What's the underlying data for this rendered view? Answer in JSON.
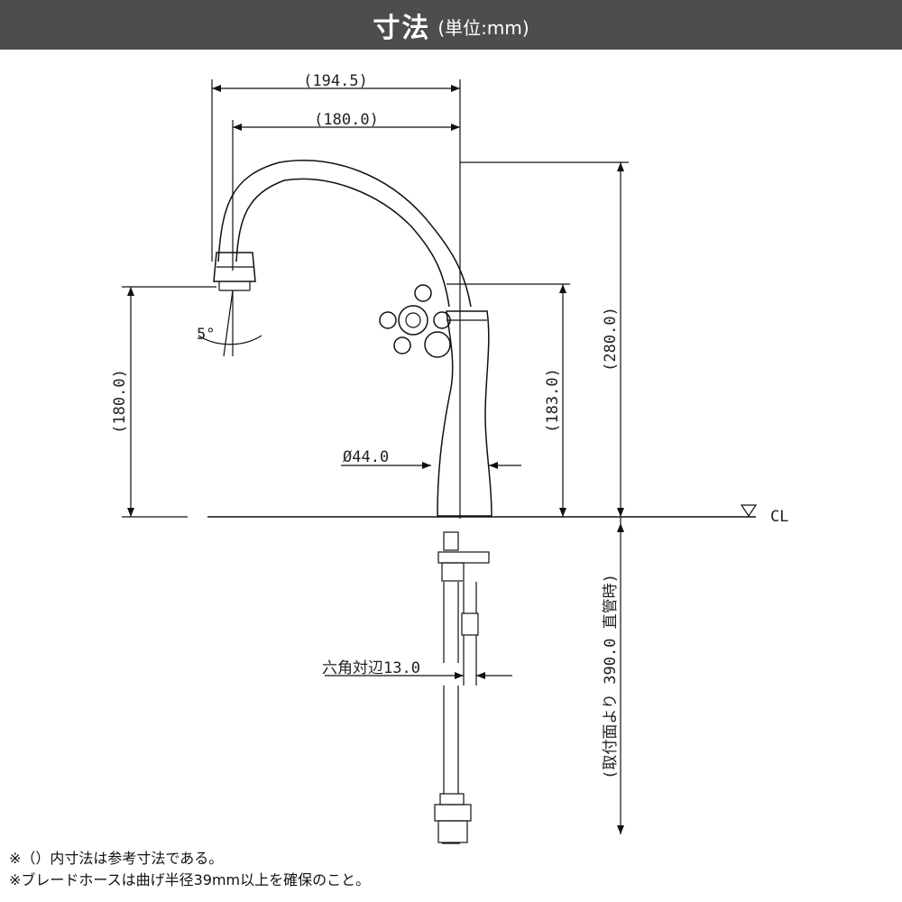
{
  "header": {
    "title": "寸法",
    "unit": "(単位:mm)"
  },
  "dimensions": {
    "reach_outer": "(194.5)",
    "reach_inner": "(180.0)",
    "angle": "5°",
    "spout_height": "(180.0)",
    "handle_height": "(183.0)",
    "total_height": "(280.0)",
    "body_diameter": "Ø44.0",
    "hex_flat": "六角対辺13.0",
    "hose_length": "(取付面より 390.0 直管時)",
    "centerline": "CL"
  },
  "notes": [
    "※（）内寸法は参考寸法である。",
    "※ブレードホースは曲げ半径39mm以上を確保のこと。"
  ]
}
